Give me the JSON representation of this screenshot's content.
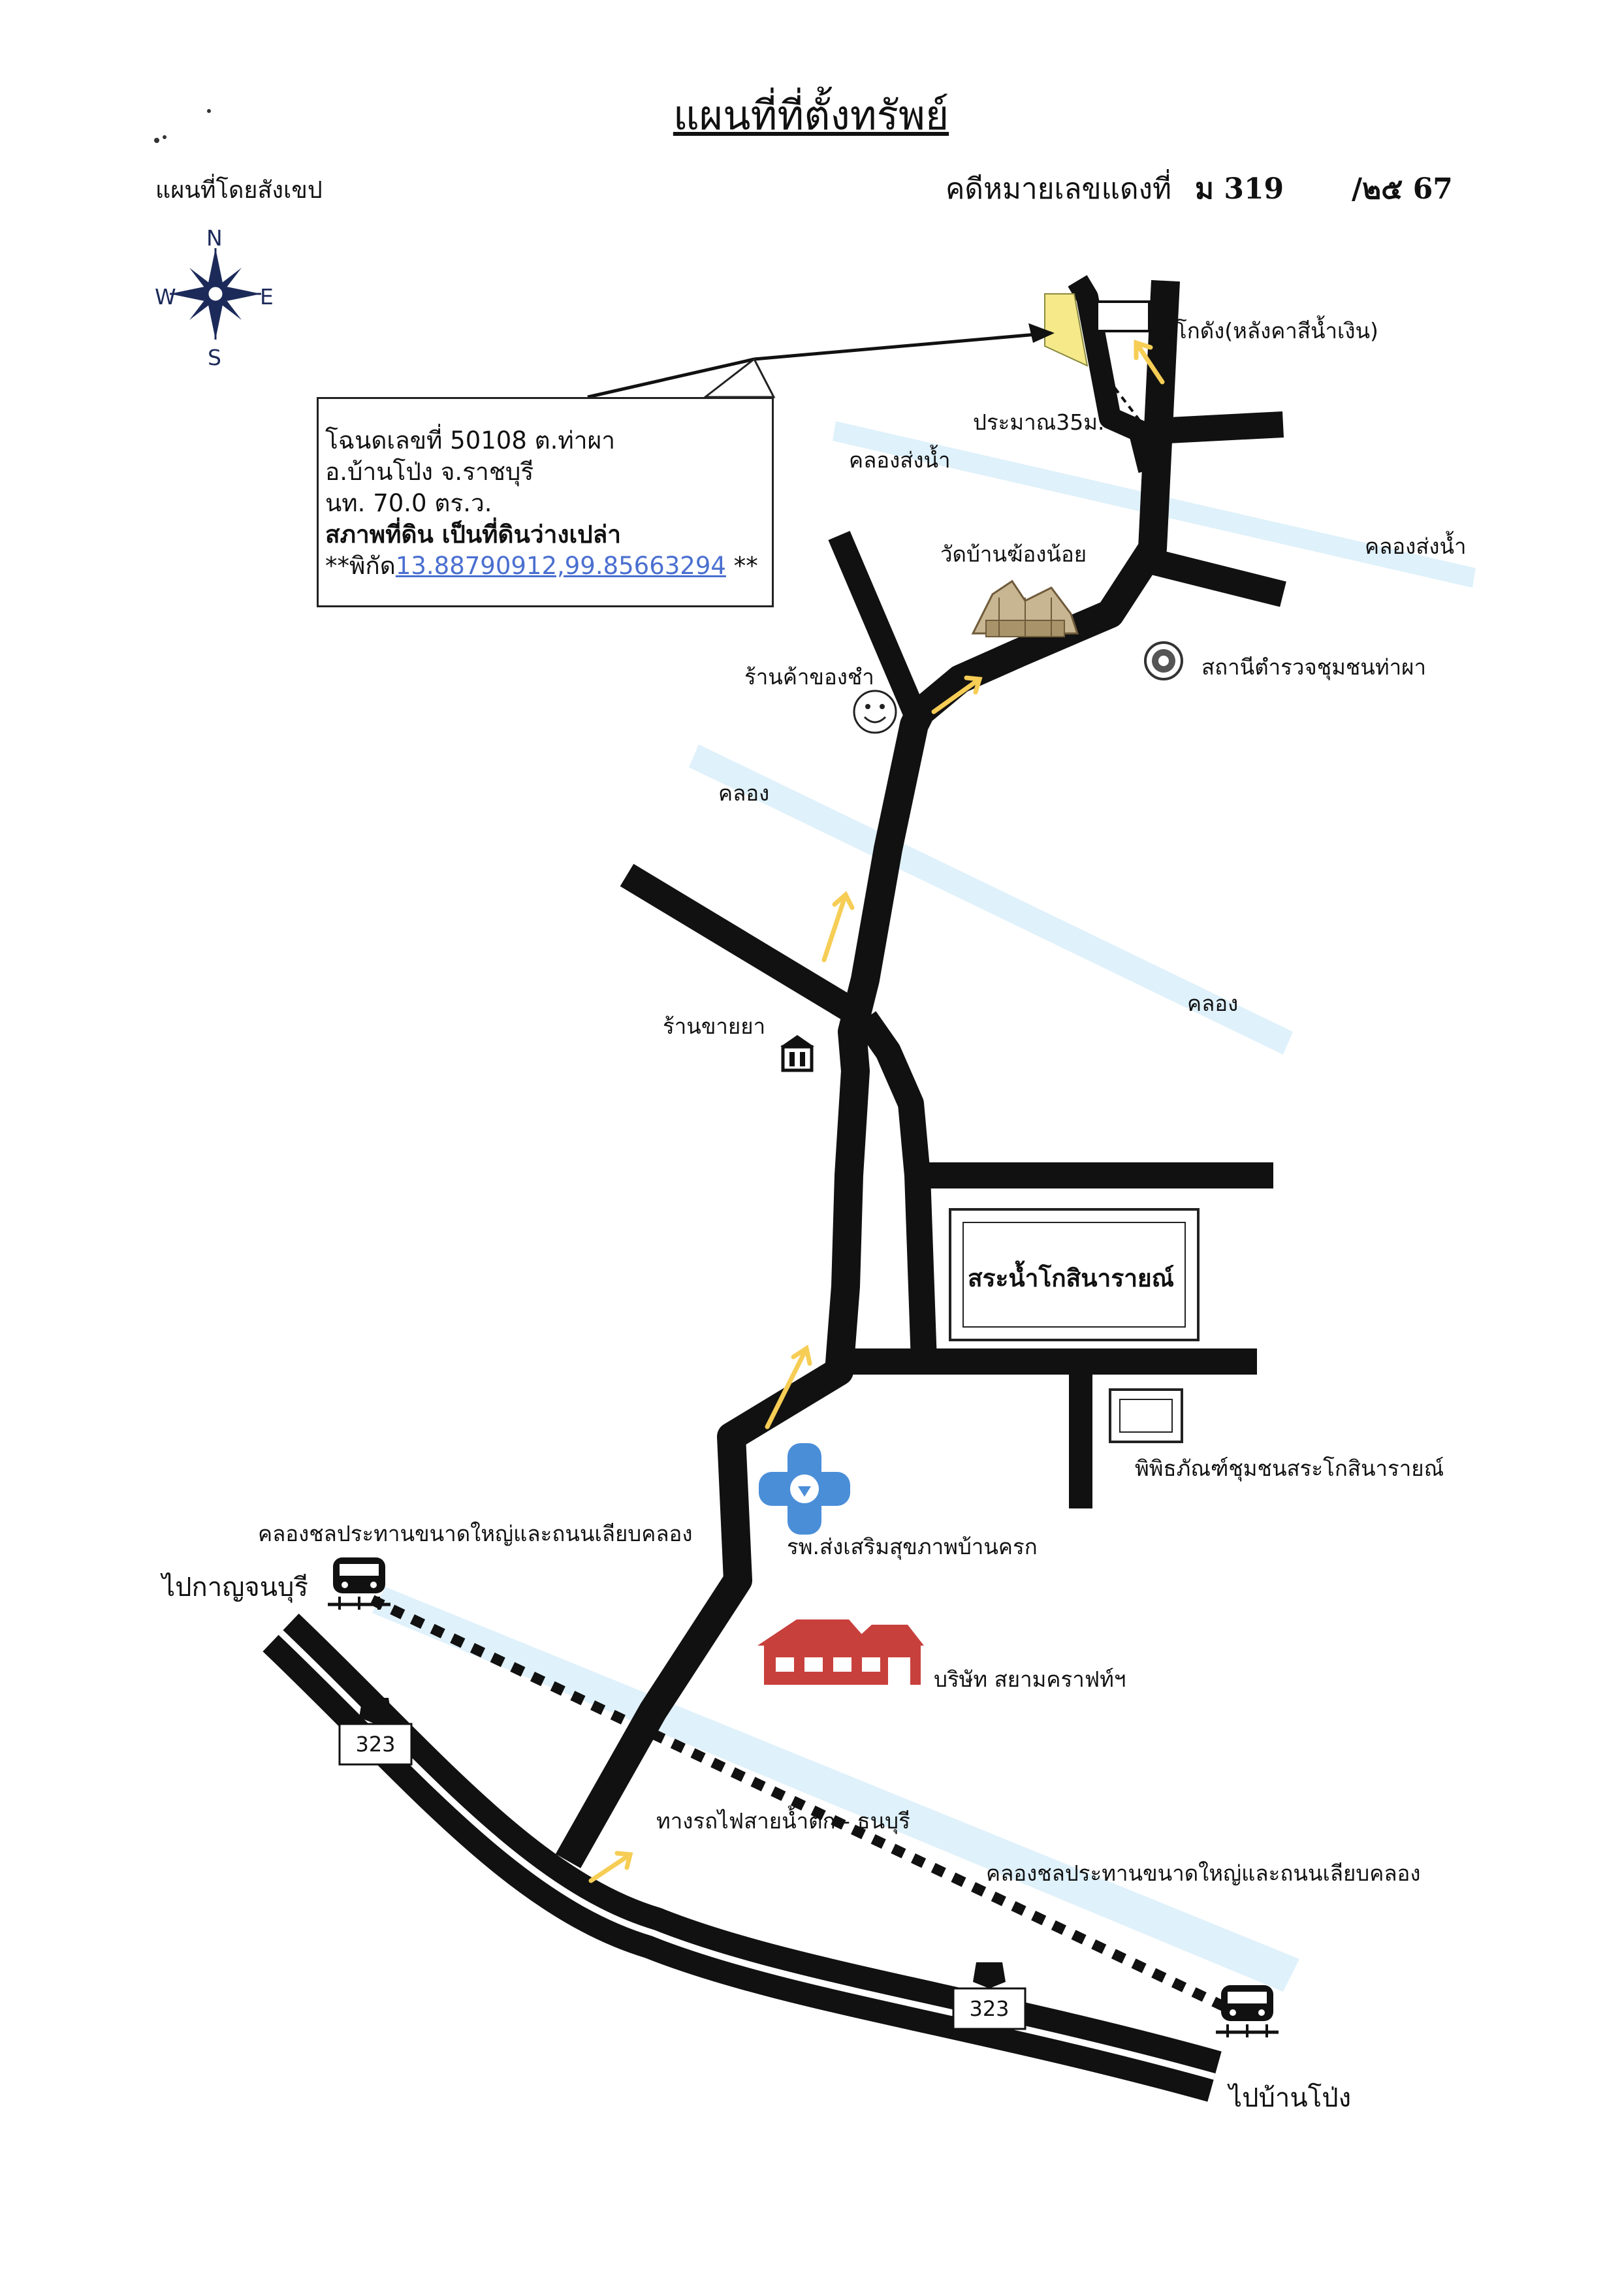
{
  "header": {
    "title": "แผนที่ที่ตั้งทรัพย์",
    "subtitle": "แผนที่โดยสังเขป",
    "case_label": "คดีหมายเลขแดงที่",
    "case_prefix": "ม 319",
    "case_year": "/๒๕ 67"
  },
  "compass": {
    "north": "N",
    "south": "S",
    "east": "E",
    "west": "W"
  },
  "callout": {
    "line1": "โฉนดเลขที่ 50108  ต.ท่าผา",
    "line2": "อ.บ้านโป่ง จ.ราชบุรี",
    "line3": "นท. 70.0 ตร.ว.",
    "line4": "สภาพที่ดิน  เป็นที่ดินว่างเปล่า",
    "coord_prefix": "**พิกัด",
    "coord_value": "13.88790912,99.85663294",
    "coord_suffix": " **"
  },
  "labels": {
    "warehouse": "โกดัง(หลังคาสีน้ำเงิน)",
    "distance": "ประมาณ35ม.",
    "canal_supply_1": "คลองส่งน้ำ",
    "canal_supply_2": "คลองส่งน้ำ",
    "temple": "วัดบ้านฆ้องน้อย",
    "police": "สถานีตำรวจชุมชนท่าผา",
    "grocery": "ร้านค้าของชำ",
    "canal_1": "คลอง",
    "canal_2": "คลอง",
    "pharmacy": "ร้านขายยา",
    "pond": "สระน้ำโกสินารายณ์",
    "museum": "พิพิธภัณฑ์ชุมชนสระโกสินารายณ์",
    "hospital": "รพ.ส่งเสริมสุขภาพบ้านครก",
    "canal_road_1": "คลองชลประทานขนาดใหญ่และถนนเลียบคลอง",
    "to_kanchanaburi": "ไปกาญจนบุรี",
    "company": "บริษัท สยามคราฟท์ฯ",
    "railway": "ทางรถไฟสายน้ำตก - ธนบุรี",
    "canal_road_2": "คลองชลประทานขนาดใหญ่และถนนเลียบคลอง",
    "to_banpong": "ไปบ้านโป่ง",
    "route_1": "323",
    "route_2": "323"
  },
  "colors": {
    "road": "#111111",
    "canal": "#dff1fb",
    "target_plot": "#f5e98a",
    "arrow": "#f6cd55",
    "hospital": "#4a8ed8",
    "company": "#c8403c",
    "link": "#4a6fd0"
  },
  "icons": [
    "compass-rose-icon",
    "train-icon",
    "highway-shield-icon",
    "smiley-icon",
    "temple-icon",
    "police-badge-icon",
    "pharmacy-icon",
    "hospital-cross-icon",
    "factory-building-icon",
    "museum-building-icon",
    "direction-arrow-icon"
  ]
}
